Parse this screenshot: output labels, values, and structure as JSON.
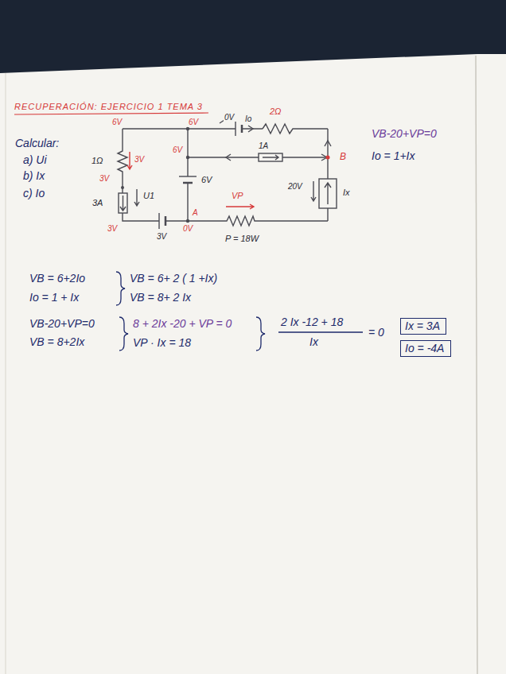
{
  "diagram": {
    "title": "RECUPERACIÓN: EJERCICIO 1 TEMA 3",
    "nodes": [
      {
        "text": [
          "Ix = 3A"
        ]
      },
      {
        "text": [
          "Io = -4A"
        ]
      }
    ],
    "labels": [
      "Calcular:",
      "a) Ui",
      "b) Ix",
      "c) Io",
      "6V",
      "6V",
      "0V",
      "Io",
      "2Ω",
      "1Ω",
      "3V",
      "3V",
      "6V",
      "1A",
      "B",
      "6V",
      "VP",
      "A",
      "20V",
      "Ix",
      "3A",
      "U1",
      "3V",
      "3V",
      "0V",
      "P = 18W",
      "VB-20+VP=0",
      "Io = 1+Ix",
      "VB = 6+2Io",
      "Io = 1 + Ix",
      "VB = 6+ 2 ( 1 +Ix)",
      "VB = 8+ 2 Ix",
      "VB-20+VP=0",
      "VB = 8+2Ix",
      "8 + 2Ix -20 + VP = 0",
      "VP · Ix = 18",
      "2 Ix -12 + 18",
      "Ix",
      "= 0"
    ]
  }
}
